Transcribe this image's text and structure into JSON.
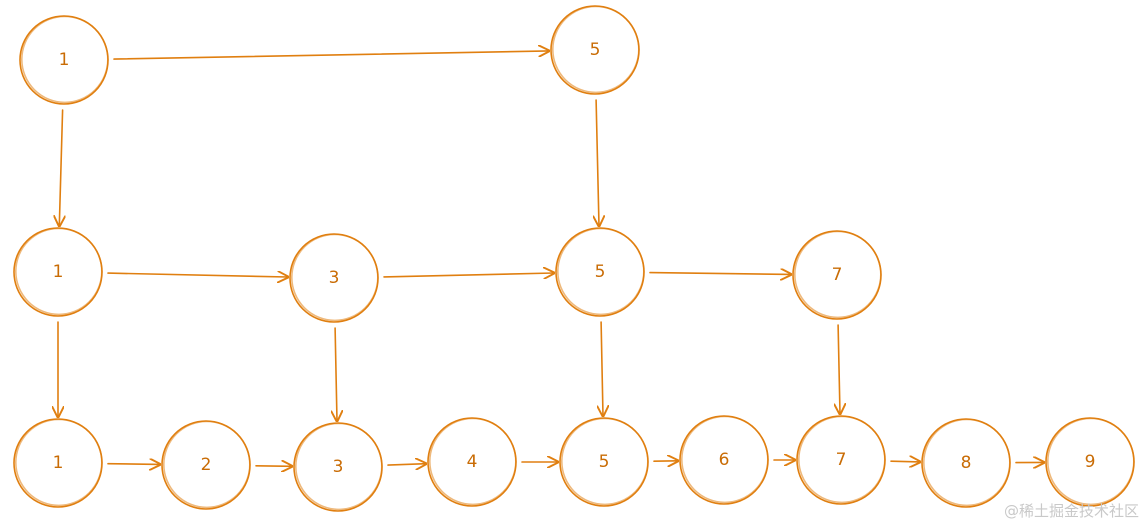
{
  "style": {
    "stroke_color": "#e07f10",
    "label_color": "#c96c05",
    "watermark_color": "#c9c9c9"
  },
  "levels": [
    {
      "nodes": [
        {
          "id": "l2-1",
          "label": "1"
        },
        {
          "id": "l2-5",
          "label": "5"
        }
      ]
    },
    {
      "nodes": [
        {
          "id": "l1-1",
          "label": "1"
        },
        {
          "id": "l1-3",
          "label": "3"
        },
        {
          "id": "l1-5",
          "label": "5"
        },
        {
          "id": "l1-7",
          "label": "7"
        }
      ]
    },
    {
      "nodes": [
        {
          "id": "l0-1",
          "label": "1"
        },
        {
          "id": "l0-2",
          "label": "2"
        },
        {
          "id": "l0-3",
          "label": "3"
        },
        {
          "id": "l0-4",
          "label": "4"
        },
        {
          "id": "l0-5",
          "label": "5"
        },
        {
          "id": "l0-6",
          "label": "6"
        },
        {
          "id": "l0-7",
          "label": "7"
        },
        {
          "id": "l0-8",
          "label": "8"
        },
        {
          "id": "l0-9",
          "label": "9"
        }
      ]
    }
  ],
  "edges": [
    [
      "l2-1",
      "l2-5"
    ],
    [
      "l2-1",
      "l1-1"
    ],
    [
      "l2-5",
      "l1-5"
    ],
    [
      "l1-1",
      "l1-3"
    ],
    [
      "l1-3",
      "l1-5"
    ],
    [
      "l1-5",
      "l1-7"
    ],
    [
      "l1-1",
      "l0-1"
    ],
    [
      "l1-3",
      "l0-3"
    ],
    [
      "l1-5",
      "l0-5"
    ],
    [
      "l1-7",
      "l0-7"
    ],
    [
      "l0-1",
      "l0-2"
    ],
    [
      "l0-2",
      "l0-3"
    ],
    [
      "l0-3",
      "l0-4"
    ],
    [
      "l0-4",
      "l0-5"
    ],
    [
      "l0-5",
      "l0-6"
    ],
    [
      "l0-6",
      "l0-7"
    ],
    [
      "l0-7",
      "l0-8"
    ],
    [
      "l0-8",
      "l0-9"
    ]
  ],
  "watermark": "@稀土掘金技术社区"
}
